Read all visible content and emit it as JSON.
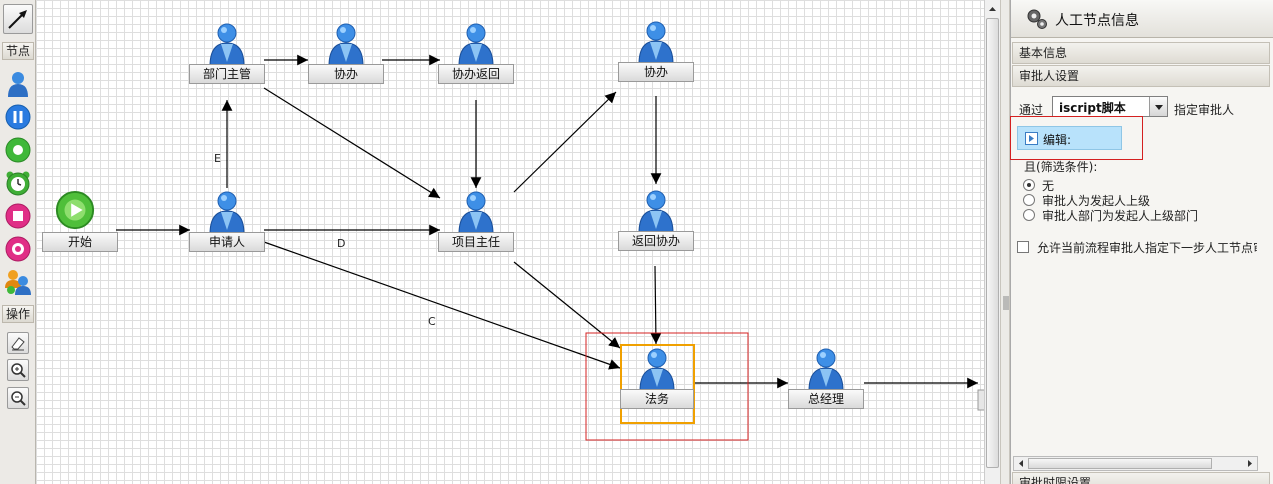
{
  "toolbar": {
    "nodes_label": "节点",
    "operations_label": "操作",
    "node_tools": [
      "user-node-icon",
      "pause-node-icon",
      "start-node-icon",
      "timer-node-icon",
      "stop-node-icon",
      "subprocess-node-icon",
      "multi-user-node-icon"
    ],
    "op_tools": [
      "eraser-icon",
      "zoom-in-icon",
      "zoom-out-icon"
    ]
  },
  "flow": {
    "start": "开始",
    "applicant": "申请人",
    "dept_manager": "部门主管",
    "assist_1": "协办",
    "assist_return": "协办返回",
    "project_lead": "项目主任",
    "assist_2": "协办",
    "return_assist": "返回协办",
    "legal": "法务",
    "general_manager": "总经理",
    "edge_e": "E",
    "edge_d": "D",
    "edge_c": "C"
  },
  "panel": {
    "title": "人工节点信息",
    "basic_info": "基本信息",
    "approver_settings": "审批人设置",
    "pass_label": "通过",
    "mode_value": "iscript脚本",
    "assign_label": "指定审批人",
    "edit_label": "编辑:",
    "condition_label": "且(筛选条件):",
    "options": [
      "无",
      "审批人为发起人上级",
      "审批人部门为发起人上级部门"
    ],
    "selected_option": 0,
    "allow_label": "允许当前流程审批人指定下一步人工节点审",
    "time_limit": "审批时限设置"
  },
  "colors": {
    "accent_red": "#d42020",
    "selected_orange": "#f0a000",
    "edit_bg": "#b8e2fb"
  }
}
